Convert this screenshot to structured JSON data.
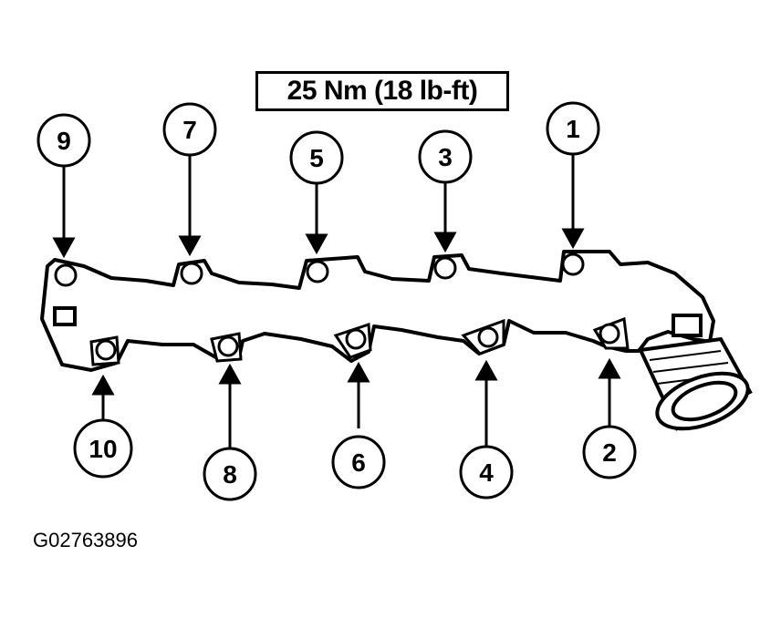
{
  "diagram": {
    "torque_spec": "25 Nm (18 lb-ft)",
    "figure_id": "G02763896",
    "callouts": [
      "1",
      "2",
      "3",
      "4",
      "5",
      "6",
      "7",
      "8",
      "9",
      "10"
    ]
  }
}
